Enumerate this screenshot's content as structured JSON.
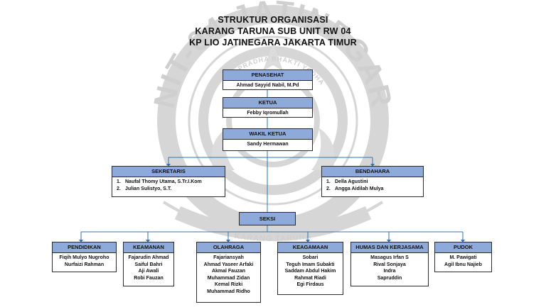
{
  "title": {
    "line1": "STRUKTUR ORGANISASI",
    "line2": "KARANG TARUNA SUB UNIT RW 04",
    "line3": "KP LIO JATINEGARA JAKARTA TIMUR"
  },
  "watermark": {
    "ring_text": "UNIT-04 JATINEGARA",
    "inner_text": "ADHI PRADHA BHAKTI YODHA",
    "bottom_text": "KARANG TARUNA"
  },
  "colors": {
    "header_fill": "#8eaadb",
    "connector": "#2e75b6",
    "watermark": "#cfcfcf"
  },
  "penasehat": {
    "title": "PENASEHAT",
    "name": "Ahmad Sayyid Nabil, M.Pd"
  },
  "ketua": {
    "title": "KETUA",
    "name": "Febby Iqromullah"
  },
  "wakil": {
    "title": "WAKIL KETUA",
    "name": "Sandy Hermawan"
  },
  "sekretaris": {
    "title": "SEKRETARIS",
    "members": [
      {
        "num": "1.",
        "name": "Naufal Thomy Utama, S.Tr.I.Kom"
      },
      {
        "num": "2.",
        "name": "Julian Sulistyo, S.T."
      }
    ]
  },
  "bendahara": {
    "title": "BENDAHARA",
    "members": [
      {
        "num": "1.",
        "name": "Della Agustini"
      },
      {
        "num": "2.",
        "name": "Angga Aidilah Mulya"
      }
    ]
  },
  "seksi": {
    "title": "SEKSI"
  },
  "divisions": {
    "pendidikan": {
      "title": "PENDIDIKAN",
      "members": [
        "Fiqih Mulyo Nugroho",
        "Nurfaizi Rahman"
      ]
    },
    "keamanan": {
      "title": "KEAMANAN",
      "members": [
        "Fajarudin Ahmad",
        "Saiful Bahri",
        "Aji Awali",
        "Robi Fauzan"
      ]
    },
    "olahraga": {
      "title": "OLAHRAGA",
      "members": [
        "Fajariansyah",
        "Ahmad Yaseer Arfaki",
        "Akmal Fauzan",
        "Muhammad Zidan",
        "Kemal Rizki",
        "Muhammad Ridho"
      ]
    },
    "keagamaan": {
      "title": "KEAGAMAAN",
      "members": [
        "Sobari",
        "Teguh Imam Subakti",
        "Saddam Abdul Hakim",
        "Rahmat Riadi",
        "Egi Firdaus"
      ]
    },
    "humas": {
      "title": "HUMAS DAN KERJASAMA",
      "members": [
        "Masagus Irfan S",
        "Rival Sonjaya",
        "Indra",
        "Sapruddin"
      ]
    },
    "pudok": {
      "title": "PUDOK",
      "members": [
        "M. Pawigati",
        "Agil Ibnu Najieb"
      ]
    }
  }
}
